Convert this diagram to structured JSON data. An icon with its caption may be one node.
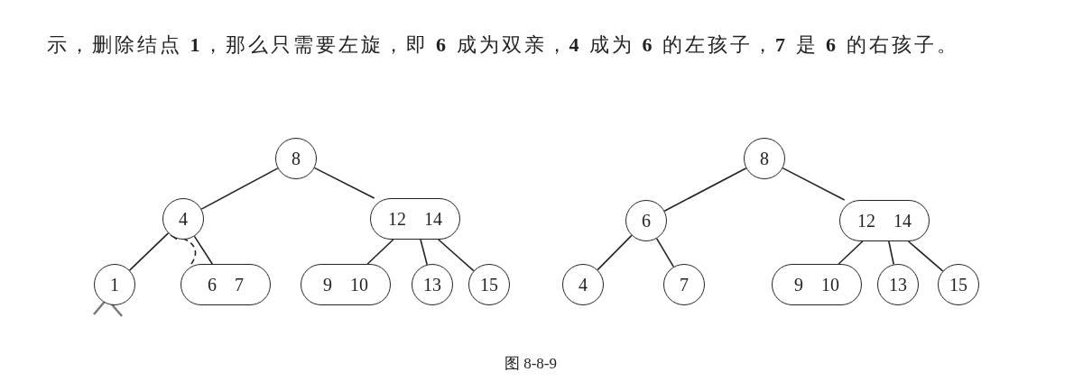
{
  "diagram": {
    "caption": "图 8-8-9",
    "nodes": [
      {
        "text": [
          "8"
        ]
      },
      {
        "text": [
          "4"
        ]
      },
      {
        "text": [
          "12",
          "14"
        ]
      },
      {
        "text": [
          "1"
        ]
      },
      {
        "text": [
          "6",
          "7"
        ]
      },
      {
        "text": [
          "9",
          "10"
        ]
      },
      {
        "text": [
          "13"
        ]
      },
      {
        "text": [
          "15"
        ]
      },
      {
        "text": [
          "8"
        ]
      },
      {
        "text": [
          "6"
        ]
      },
      {
        "text": [
          "12",
          "14"
        ]
      },
      {
        "text": [
          "4"
        ]
      },
      {
        "text": [
          "7"
        ]
      },
      {
        "text": [
          "9",
          "10"
        ]
      },
      {
        "text": [
          "13"
        ]
      },
      {
        "text": [
          "15"
        ]
      }
    ],
    "edges": [
      {
        "from": 0,
        "to": 1,
        "arrow": "none"
      },
      {
        "from": 0,
        "to": 2,
        "arrow": "none"
      },
      {
        "from": 1,
        "to": 3,
        "arrow": "none"
      },
      {
        "from": 1,
        "to": 4,
        "arrow": "none"
      },
      {
        "from": 2,
        "to": 5,
        "arrow": "none"
      },
      {
        "from": 2,
        "to": 6,
        "arrow": "none"
      },
      {
        "from": 2,
        "to": 7,
        "arrow": "none"
      },
      {
        "from": 8,
        "to": 9,
        "arrow": "none"
      },
      {
        "from": 8,
        "to": 10,
        "arrow": "none"
      },
      {
        "from": 9,
        "to": 11,
        "arrow": "none"
      },
      {
        "from": 9,
        "to": 12,
        "arrow": "none"
      },
      {
        "from": 10,
        "to": 13,
        "arrow": "none"
      },
      {
        "from": 10,
        "to": 14,
        "arrow": "none"
      },
      {
        "from": 10,
        "to": 15,
        "arrow": "none"
      },
      {
        "from": 4,
        "to": 1,
        "arrow": "to",
        "style": "dashed"
      }
    ],
    "labels": [
      "示，删除结点 **1**，那么只需要左旋，即 **6** 成为双亲，**4** 成为 **6** 的左孩子，**7** 是 **6** 的右孩子。"
    ]
  }
}
